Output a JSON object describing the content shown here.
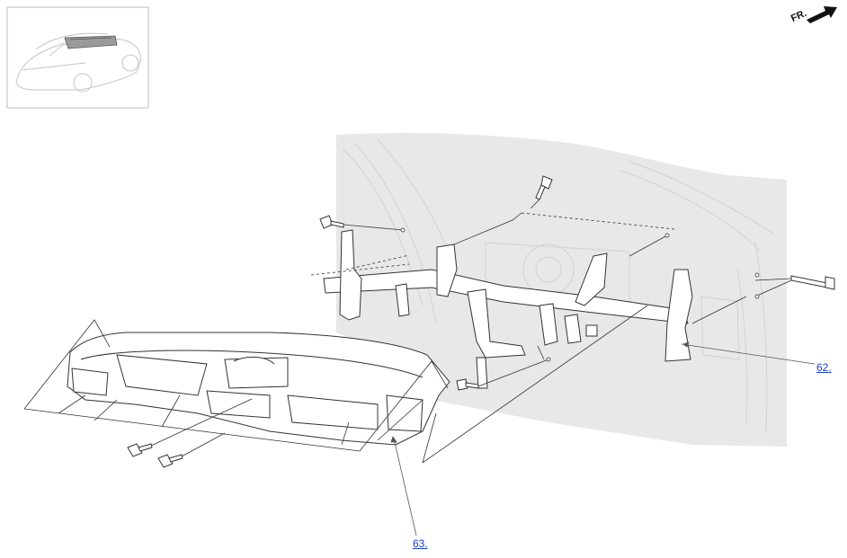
{
  "direction_indicator": {
    "label": "FR."
  },
  "callouts": [
    {
      "id": "62",
      "label": "62."
    },
    {
      "id": "63",
      "label": "63."
    }
  ],
  "colors": {
    "callout_link": "#1f3fbf",
    "ghost_body": "#e6e6e6",
    "line_art": "#333333"
  }
}
